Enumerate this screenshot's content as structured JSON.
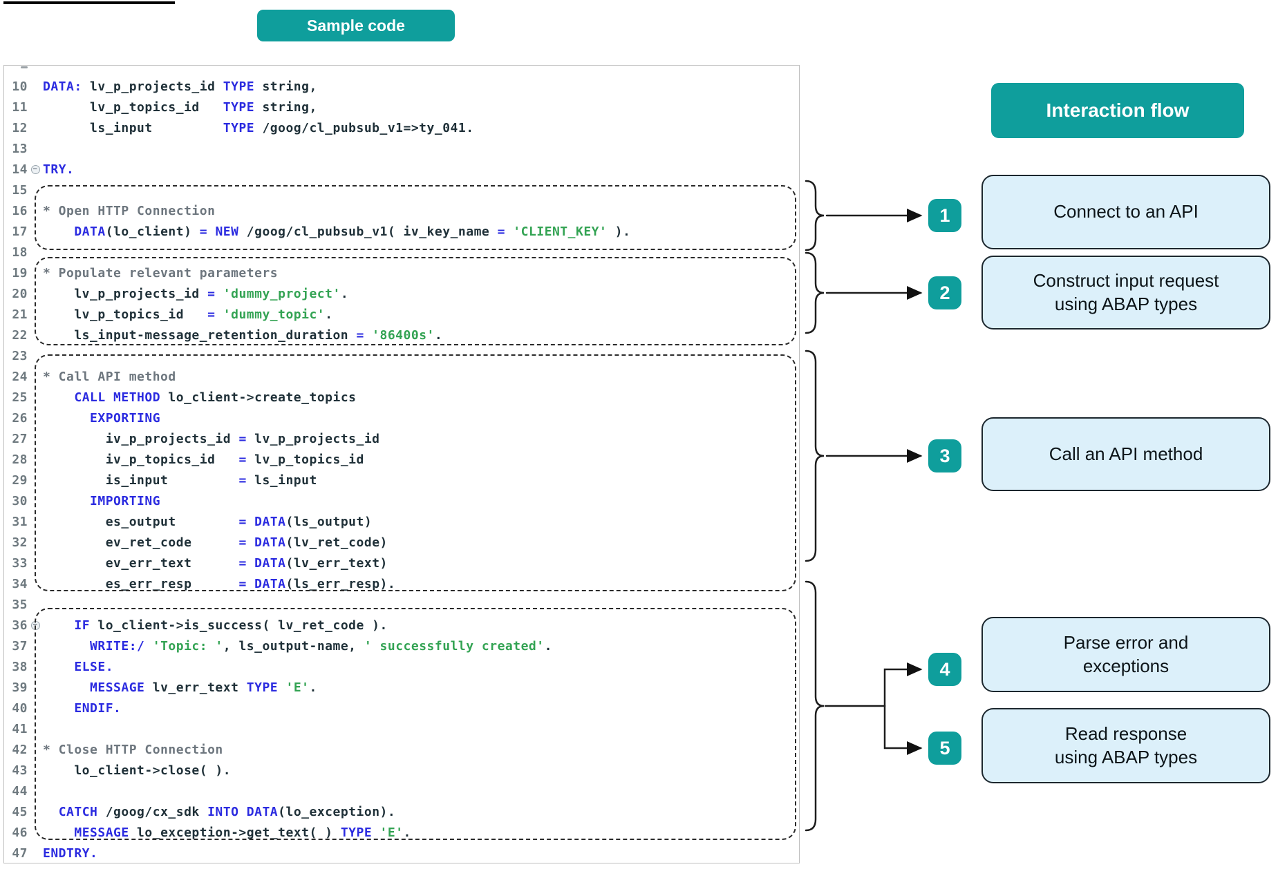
{
  "titles": {
    "sample_code": "Sample code",
    "interaction_flow": "Interaction flow"
  },
  "colors": {
    "accent_teal": "#0f9e9c",
    "flow_box_fill": "#dcf0fa",
    "flow_box_border": "#1c272e",
    "code_keyword": "#2b2be0",
    "code_identifier": "#1f3038",
    "code_string": "#33a353",
    "code_comment": "#6d767e",
    "line_number": "#6f7a80",
    "dashed_box_border": "#2a2a2a"
  },
  "icons": {
    "fold_glyph": "−",
    "fold_name": "collapse-minus-icon",
    "arrowhead_name": "arrowhead-icon"
  },
  "editor": {
    "lines": [
      {
        "n": 10,
        "seg": [
          [
            "k",
            "DATA:"
          ],
          [
            "i",
            " lv_p_projects_id "
          ],
          [
            "k",
            "TYPE"
          ],
          [
            "i",
            " string,"
          ]
        ]
      },
      {
        "n": 11,
        "seg": [
          [
            "i",
            "      lv_p_topics_id   "
          ],
          [
            "k",
            "TYPE"
          ],
          [
            "i",
            " string,"
          ]
        ]
      },
      {
        "n": 12,
        "seg": [
          [
            "i",
            "      ls_input         "
          ],
          [
            "k",
            "TYPE"
          ],
          [
            "i",
            " /goog/cl_pubsub_v1=>ty_041."
          ]
        ]
      },
      {
        "n": 13,
        "seg": []
      },
      {
        "n": 14,
        "fold": true,
        "seg": [
          [
            "k",
            "TRY."
          ]
        ]
      },
      {
        "n": 15,
        "seg": []
      },
      {
        "n": 16,
        "seg": [
          [
            "c",
            "* Open HTTP Connection"
          ]
        ]
      },
      {
        "n": 17,
        "seg": [
          [
            "i",
            "    "
          ],
          [
            "k",
            "DATA"
          ],
          [
            "i",
            "(lo_client) "
          ],
          [
            "k",
            "="
          ],
          [
            "i",
            " "
          ],
          [
            "k",
            "NEW"
          ],
          [
            "i",
            " /goog/cl_pubsub_v1( iv_key_name "
          ],
          [
            "k",
            "="
          ],
          [
            "i",
            " "
          ],
          [
            "s",
            "'CLIENT_KEY'"
          ],
          [
            "i",
            " )."
          ]
        ]
      },
      {
        "n": 18,
        "seg": []
      },
      {
        "n": 19,
        "seg": [
          [
            "c",
            "* Populate relevant parameters"
          ]
        ]
      },
      {
        "n": 20,
        "seg": [
          [
            "i",
            "    lv_p_projects_id "
          ],
          [
            "k",
            "="
          ],
          [
            "i",
            " "
          ],
          [
            "s",
            "'dummy_project'"
          ],
          [
            "i",
            "."
          ]
        ]
      },
      {
        "n": 21,
        "seg": [
          [
            "i",
            "    lv_p_topics_id   "
          ],
          [
            "k",
            "="
          ],
          [
            "i",
            " "
          ],
          [
            "s",
            "'dummy_topic'"
          ],
          [
            "i",
            "."
          ]
        ]
      },
      {
        "n": 22,
        "seg": [
          [
            "i",
            "    ls_input-message_retention_duration "
          ],
          [
            "k",
            "="
          ],
          [
            "i",
            " "
          ],
          [
            "s",
            "'86400s'"
          ],
          [
            "i",
            "."
          ]
        ]
      },
      {
        "n": 23,
        "seg": []
      },
      {
        "n": 24,
        "seg": [
          [
            "c",
            "* Call API method"
          ]
        ]
      },
      {
        "n": 25,
        "seg": [
          [
            "i",
            "    "
          ],
          [
            "k",
            "CALL METHOD"
          ],
          [
            "i",
            " lo_client->create_topics"
          ]
        ]
      },
      {
        "n": 26,
        "seg": [
          [
            "i",
            "      "
          ],
          [
            "k",
            "EXPORTING"
          ]
        ]
      },
      {
        "n": 27,
        "seg": [
          [
            "i",
            "        iv_p_projects_id "
          ],
          [
            "k",
            "="
          ],
          [
            "i",
            " lv_p_projects_id"
          ]
        ]
      },
      {
        "n": 28,
        "seg": [
          [
            "i",
            "        iv_p_topics_id   "
          ],
          [
            "k",
            "="
          ],
          [
            "i",
            " lv_p_topics_id"
          ]
        ]
      },
      {
        "n": 29,
        "seg": [
          [
            "i",
            "        is_input         "
          ],
          [
            "k",
            "="
          ],
          [
            "i",
            " ls_input"
          ]
        ]
      },
      {
        "n": 30,
        "seg": [
          [
            "i",
            "      "
          ],
          [
            "k",
            "IMPORTING"
          ]
        ]
      },
      {
        "n": 31,
        "seg": [
          [
            "i",
            "        es_output        "
          ],
          [
            "k",
            "="
          ],
          [
            "i",
            " "
          ],
          [
            "k",
            "DATA"
          ],
          [
            "i",
            "(ls_output)"
          ]
        ]
      },
      {
        "n": 32,
        "seg": [
          [
            "i",
            "        ev_ret_code      "
          ],
          [
            "k",
            "="
          ],
          [
            "i",
            " "
          ],
          [
            "k",
            "DATA"
          ],
          [
            "i",
            "(lv_ret_code)"
          ]
        ]
      },
      {
        "n": 33,
        "seg": [
          [
            "i",
            "        ev_err_text      "
          ],
          [
            "k",
            "="
          ],
          [
            "i",
            " "
          ],
          [
            "k",
            "DATA"
          ],
          [
            "i",
            "(lv_err_text)"
          ]
        ]
      },
      {
        "n": 34,
        "seg": [
          [
            "i",
            "        es_err_resp      "
          ],
          [
            "k",
            "="
          ],
          [
            "i",
            " "
          ],
          [
            "k",
            "DATA"
          ],
          [
            "i",
            "(ls_err_resp)."
          ]
        ]
      },
      {
        "n": 35,
        "seg": []
      },
      {
        "n": 36,
        "fold": true,
        "seg": [
          [
            "i",
            "    "
          ],
          [
            "k",
            "IF"
          ],
          [
            "i",
            " lo_client->is_success( lv_ret_code )."
          ]
        ]
      },
      {
        "n": 37,
        "seg": [
          [
            "i",
            "      "
          ],
          [
            "k",
            "WRITE:/"
          ],
          [
            "i",
            " "
          ],
          [
            "s",
            "'Topic: '"
          ],
          [
            "i",
            ", ls_output-name, "
          ],
          [
            "s",
            "' successfully created'"
          ],
          [
            "i",
            "."
          ]
        ]
      },
      {
        "n": 38,
        "seg": [
          [
            "i",
            "    "
          ],
          [
            "k",
            "ELSE."
          ]
        ]
      },
      {
        "n": 39,
        "seg": [
          [
            "i",
            "      "
          ],
          [
            "k",
            "MESSAGE"
          ],
          [
            "i",
            " lv_err_text "
          ],
          [
            "k",
            "TYPE"
          ],
          [
            "i",
            " "
          ],
          [
            "s",
            "'E'"
          ],
          [
            "i",
            "."
          ]
        ]
      },
      {
        "n": 40,
        "seg": [
          [
            "i",
            "    "
          ],
          [
            "k",
            "ENDIF."
          ]
        ]
      },
      {
        "n": 41,
        "seg": []
      },
      {
        "n": 42,
        "seg": [
          [
            "c",
            "* Close HTTP Connection"
          ]
        ]
      },
      {
        "n": 43,
        "seg": [
          [
            "i",
            "    lo_client->close( )."
          ]
        ]
      },
      {
        "n": 44,
        "seg": []
      },
      {
        "n": 45,
        "seg": [
          [
            "i",
            "  "
          ],
          [
            "k",
            "CATCH"
          ],
          [
            "i",
            " /goog/cx_sdk "
          ],
          [
            "k",
            "INTO"
          ],
          [
            "i",
            " "
          ],
          [
            "k",
            "DATA"
          ],
          [
            "i",
            "(lo_exception)."
          ]
        ]
      },
      {
        "n": 46,
        "seg": [
          [
            "i",
            "    "
          ],
          [
            "k",
            "MESSAGE"
          ],
          [
            "i",
            " lo_exception->get_text( ) "
          ],
          [
            "k",
            "TYPE"
          ],
          [
            "i",
            " "
          ],
          [
            "s",
            "'E'"
          ],
          [
            "i",
            "."
          ]
        ]
      },
      {
        "n": 47,
        "seg": [
          [
            "k",
            "ENDTRY."
          ]
        ]
      }
    ]
  },
  "flow": {
    "steps": [
      {
        "num": "1",
        "label": "Connect to an API"
      },
      {
        "num": "2",
        "label": "Construct input request\nusing ABAP types"
      },
      {
        "num": "3",
        "label": "Call an API method"
      },
      {
        "num": "4",
        "label": "Parse error and\nexceptions"
      },
      {
        "num": "5",
        "label": "Read response\nusing ABAP types"
      }
    ]
  }
}
